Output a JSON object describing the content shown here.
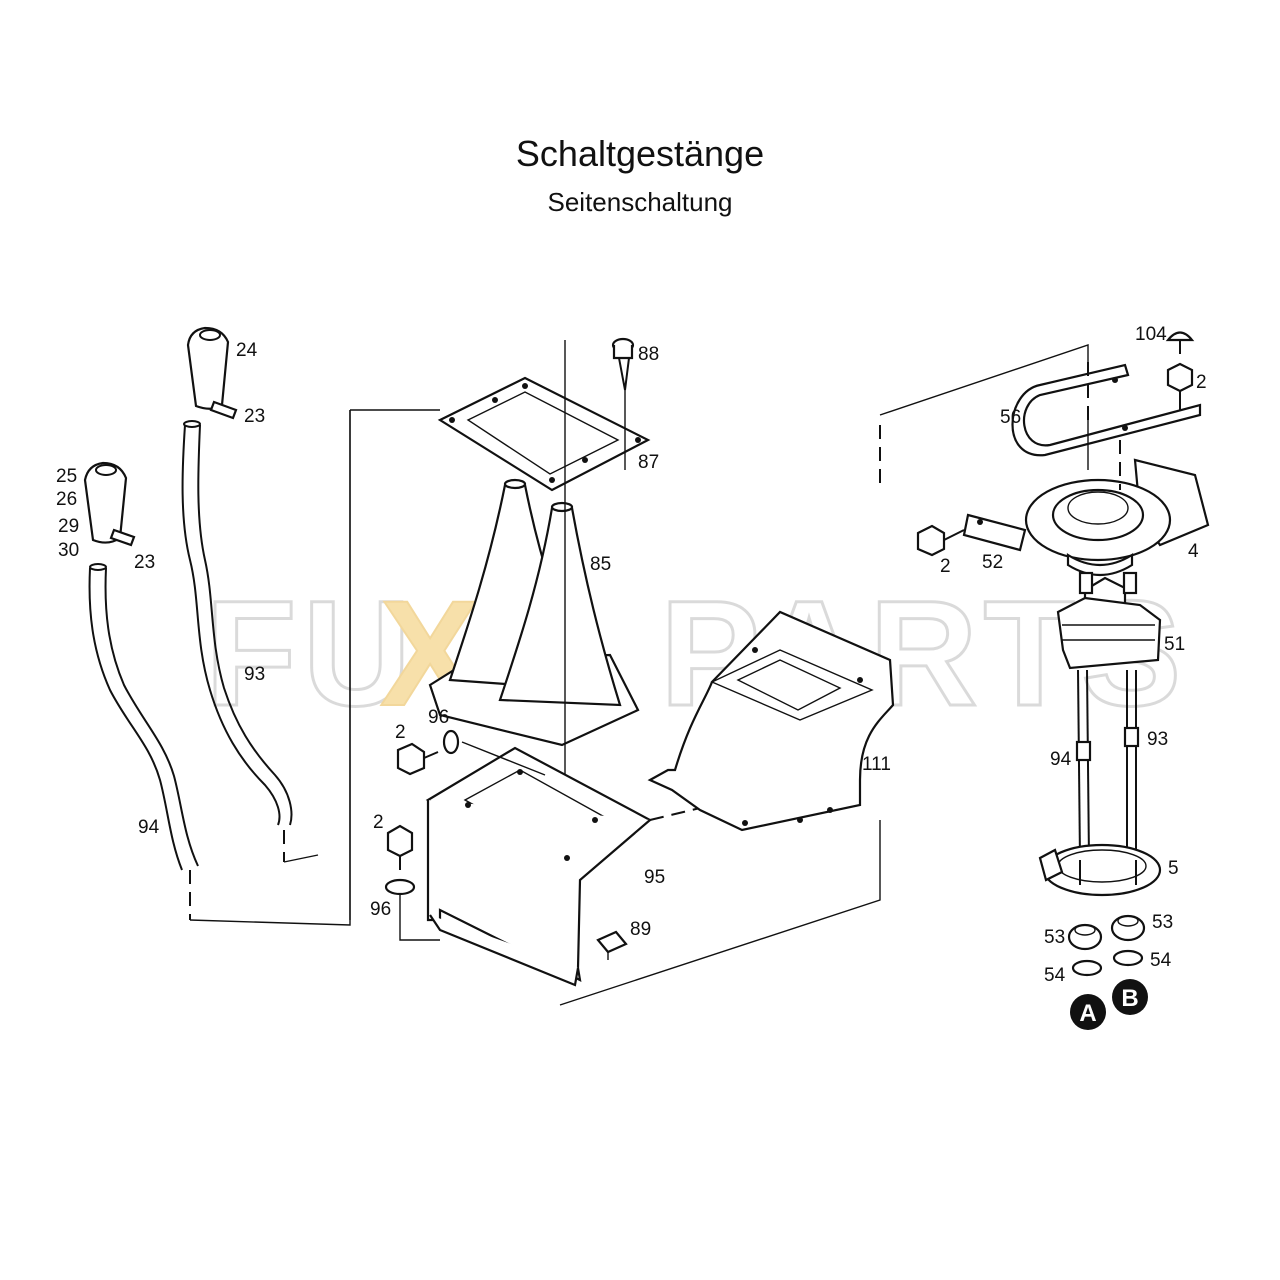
{
  "header": {
    "title": "Schaltgestänge",
    "subtitle": "Seitenschaltung"
  },
  "watermark": {
    "left": "FU",
    "middle": "XX",
    "right": "PARTS",
    "color_outline": "#c8c8c8",
    "color_accent": "#f2c766"
  },
  "callouts": {
    "c24": "24",
    "c23a": "23",
    "c25": "25",
    "c26": "26",
    "c29": "29",
    "c30": "30",
    "c23b": "23",
    "c93a": "93",
    "c94a": "94",
    "c88": "88",
    "c87": "87",
    "c85": "85",
    "c2a": "2",
    "c96a": "96",
    "c2b": "2",
    "c96b": "96",
    "c95": "95",
    "c89": "89",
    "c111": "111",
    "c104": "104",
    "c2c": "2",
    "c56": "56",
    "c2d": "2",
    "c52": "52",
    "c4": "4",
    "c51": "51",
    "c94b": "94",
    "c93b": "93",
    "c5": "5",
    "c53a": "53",
    "c53b": "53",
    "c54a": "54",
    "c54b": "54",
    "markA": "A",
    "markB": "B"
  }
}
